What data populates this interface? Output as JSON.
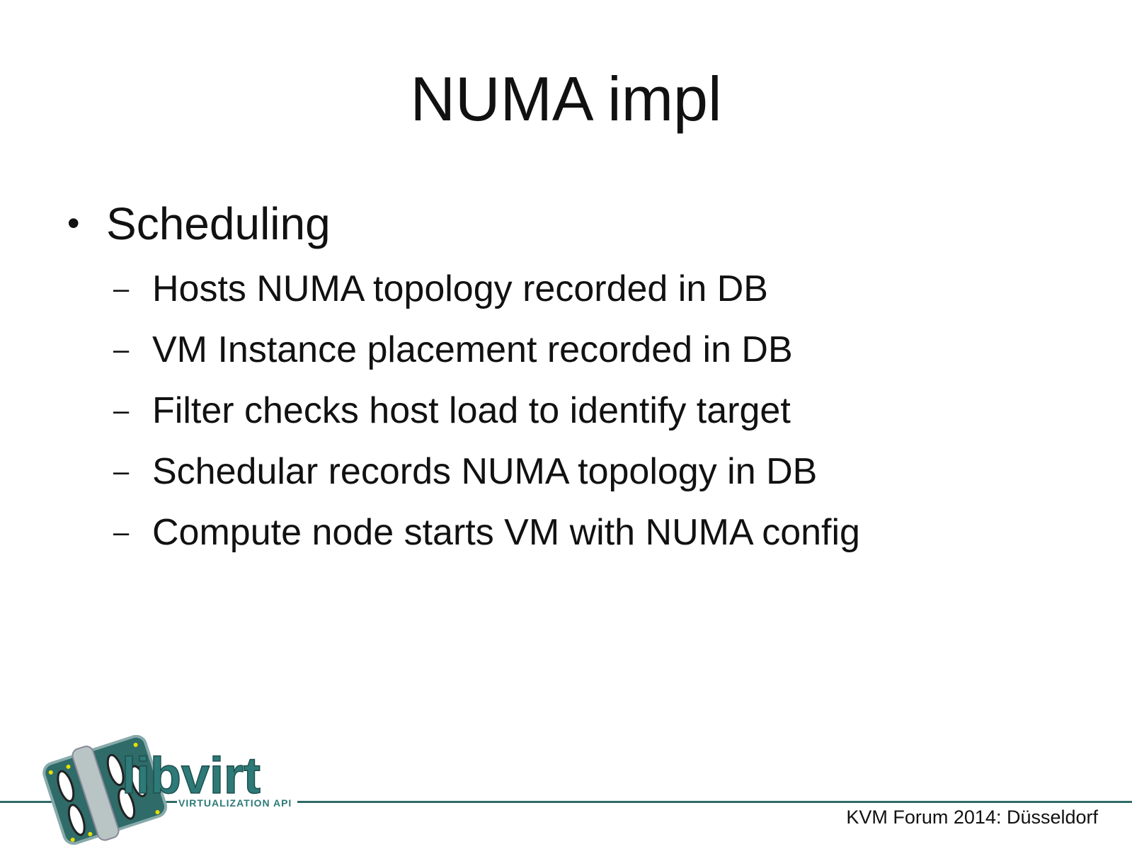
{
  "slide": {
    "title": "NUMA impl",
    "bullets": [
      {
        "label": "Scheduling",
        "sub_items": [
          "Hosts NUMA topology recorded in DB",
          "VM Instance placement recorded in DB",
          "Filter checks host load to identify target",
          "Schedular records NUMA topology in DB",
          "Compute node starts VM with NUMA config"
        ]
      }
    ]
  },
  "footer": {
    "text": "KVM Forum 2014: Düsseldorf",
    "line_color": "#2f6b68"
  },
  "logo": {
    "wordmark": "libvirt",
    "tagline": "VIRTUALIZATION API",
    "color": "#2d7a78"
  }
}
